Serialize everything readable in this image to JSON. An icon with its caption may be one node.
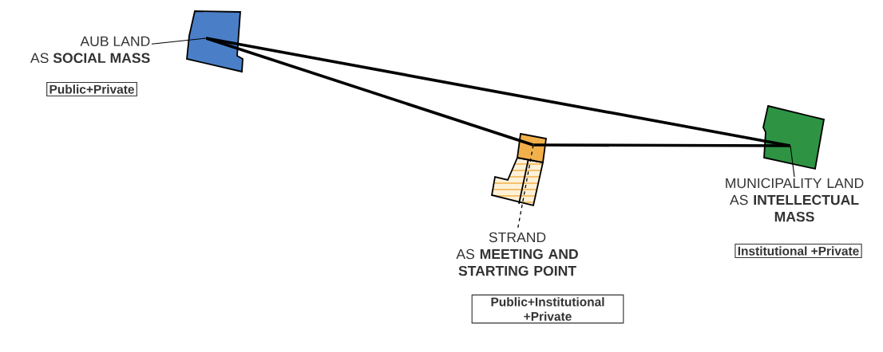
{
  "diagram": {
    "nodes": [
      {
        "text": [
          "AUB LAND",
          "AS **SOCIAL MASS**"
        ]
      },
      {
        "text": [],
        "shape": "box"
      },
      {
        "text": [
          "Public+Private"
        ]
      },
      {
        "text": [],
        "shape": "box"
      },
      {
        "text": [],
        "shape": "box"
      },
      {
        "text": [
          "MUNICIPALITY LAND",
          "AS **INTELLECTUAL MASS**"
        ]
      },
      {
        "text": [
          "Institutional +Private"
        ]
      },
      {
        "text": [
          "STRAND",
          "AS **MEETING AND STARTING POINT**"
        ]
      },
      {
        "text": [
          "Public+Institutional +Private"
        ]
      }
    ],
    "edges": [
      {
        "from": 0,
        "to": 1,
        "arrow": "none"
      },
      {
        "from": 1,
        "to": 4,
        "arrow": "none",
        "style": "thick"
      },
      {
        "from": 1,
        "to": 3,
        "arrow": "none",
        "style": "thick"
      },
      {
        "from": 3,
        "to": 4,
        "arrow": "none",
        "style": "thick"
      },
      {
        "from": 5,
        "to": 4,
        "arrow": "none"
      },
      {
        "from": 3,
        "to": 7,
        "arrow": "none",
        "style": "dashed"
      }
    ]
  }
}
